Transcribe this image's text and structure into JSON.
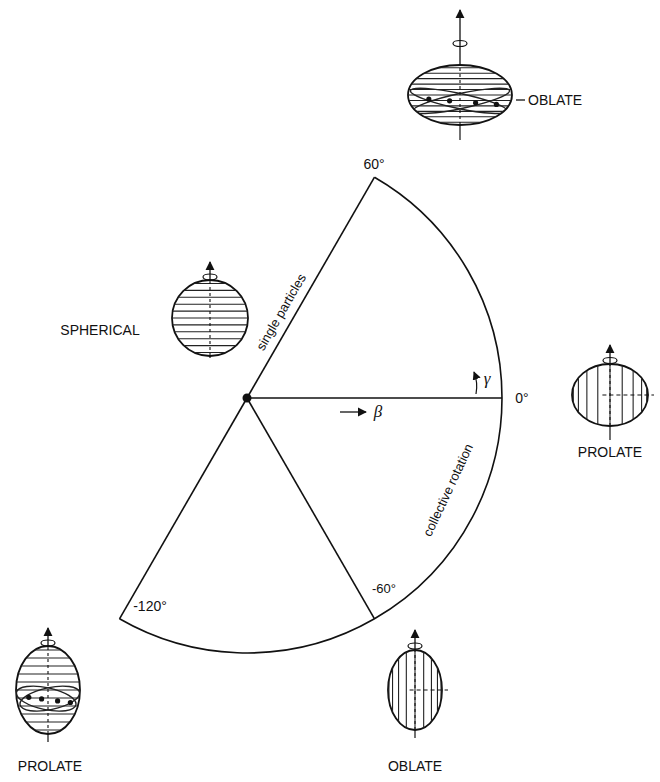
{
  "diagram": {
    "labels": [
      "OBLATE",
      "60°",
      "SPHERICAL",
      "single particles",
      "γ",
      "0°",
      "β",
      "PROLATE",
      "collective rotation",
      "-120°",
      "-60°",
      "PROLATE",
      "OBLATE"
    ]
  }
}
